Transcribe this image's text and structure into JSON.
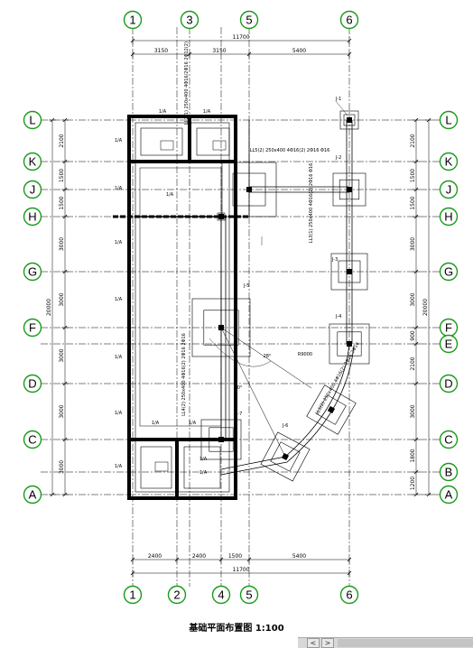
{
  "drawing": {
    "title": "基础平面布置图 1:100",
    "grid_top": [
      "1",
      "3",
      "5",
      "6"
    ],
    "grid_bottom": [
      "1",
      "2",
      "4",
      "5",
      "6"
    ],
    "grid_left": [
      "L",
      "K",
      "J",
      "H",
      "G",
      "F",
      "D",
      "C",
      "A"
    ],
    "grid_right": [
      "L",
      "K",
      "J",
      "H",
      "G",
      "F",
      "E",
      "D",
      "C",
      "B",
      "A"
    ],
    "dims_top": [
      "3150",
      "3150",
      "5400"
    ],
    "dims_top_total": "11700",
    "dims_bottom": [
      "2400",
      "2400",
      "1500",
      "5400"
    ],
    "dims_bottom_total": "11700",
    "dims_left": [
      "2100",
      "1500",
      "1500",
      "3000",
      "3000",
      "3000",
      "3000",
      "3000"
    ],
    "dims_left_total": "20000",
    "dims_right": [
      "2100",
      "1500",
      "1500",
      "3000",
      "3000",
      "900",
      "2100",
      "3000",
      "1800",
      "1200"
    ],
    "dims_right_total": "20000",
    "foundations": [
      "J-1",
      "J-2",
      "J-3",
      "J-4",
      "J-5",
      "J-6",
      "J-7"
    ],
    "beams": [
      "LL2(1) 250x400 4Φ16/2Φ16 2Φ12(2)",
      "LL3(1) 250x400 4Φ16(2) 2Φ16 Φ16",
      "LL4(2) 250x400 4Φ16(2) 2Φ16 2Φ16",
      "LL5(2) 250x400 4Φ16(2) 2Φ16 Φ16",
      "LL1(2) 250x400 4Φ16(2) 2Φ16 2Φ16"
    ],
    "wall_labels": [
      "1/A",
      "1/A",
      "1/A",
      "1/A",
      "1/A",
      "1/A",
      "1/A",
      "1/A",
      "1/A",
      "1/A",
      "1/A",
      "1/A",
      "1/A",
      "1/A"
    ],
    "radius_label": "R9000",
    "angle_labels": [
      "28°",
      "30°"
    ]
  },
  "scrollbar": {
    "left_arrow": "<",
    "right_arrow": ">"
  }
}
